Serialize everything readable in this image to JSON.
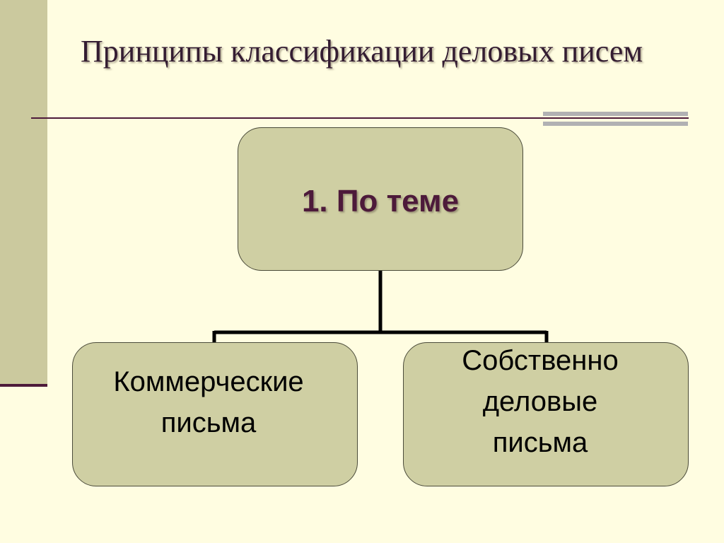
{
  "slide": {
    "title": "Принципы классификации деловых писем"
  },
  "diagram": {
    "root": {
      "label": "1. По теме"
    },
    "children": [
      {
        "label": "Коммерческие\nписьма"
      },
      {
        "label": "Собственно\nделовые\nписьма"
      }
    ]
  },
  "colors": {
    "background": "#fffde1",
    "side_bar": "#cbc99e",
    "accent_dark": "#4d1a3a",
    "node_fill": "#cfcfa3",
    "title_text": "#341d32",
    "rule_gray": "#b1b1b3"
  }
}
